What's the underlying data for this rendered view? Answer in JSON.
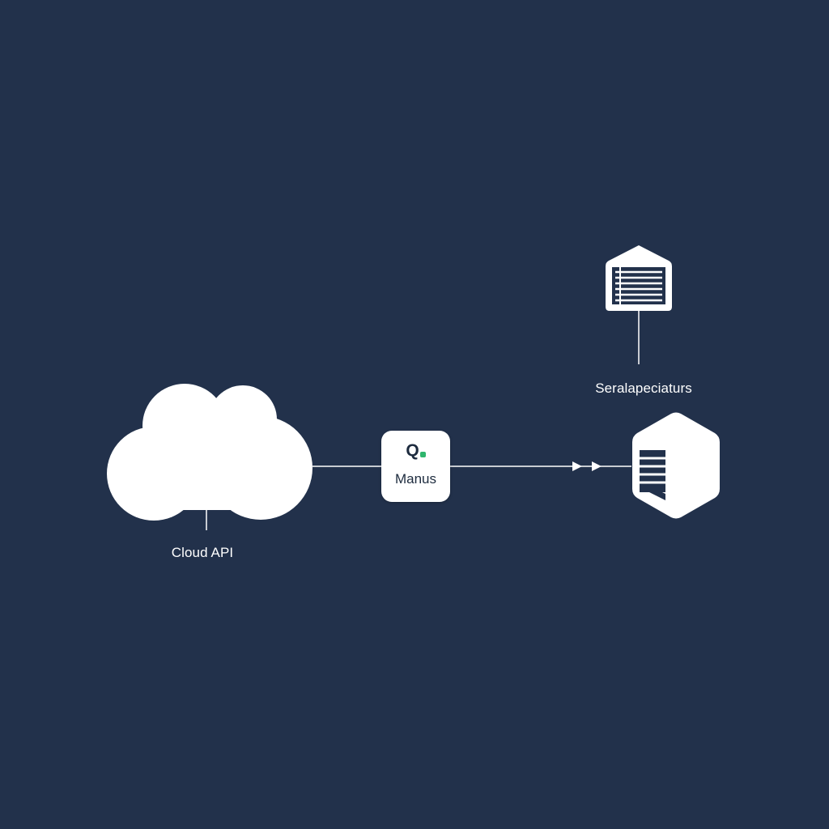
{
  "diagram": {
    "background_color": "#22314b",
    "node_color": "#ffffff",
    "node_detail_color": "#22314b",
    "logo_accent_color": "#2fb56d",
    "nodes": {
      "cloud": {
        "label": "Cloud API",
        "icon": "cloud-icon"
      },
      "manus": {
        "logo_text": "Q",
        "label": "Manus",
        "icon": "manus-logo-icon"
      },
      "server": {
        "label": "Seralapeciaturs",
        "icon": "server-rack-icon"
      },
      "storage": {
        "icon": "storage-hexagon-icon"
      }
    },
    "edges": [
      {
        "from": "cloud",
        "to": "manus",
        "style": "line"
      },
      {
        "from": "manus",
        "to": "storage",
        "style": "double-arrow"
      },
      {
        "from": "server",
        "to": "server-label",
        "style": "line"
      }
    ]
  }
}
